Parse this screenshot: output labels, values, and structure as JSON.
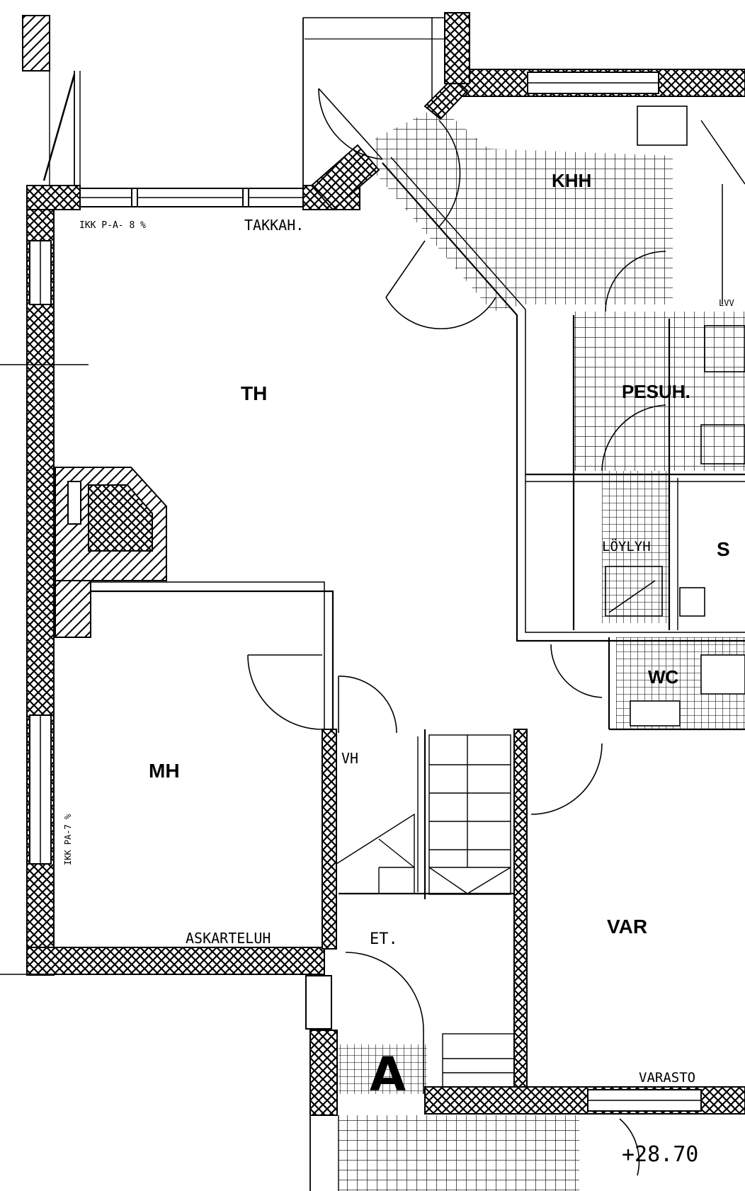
{
  "floor_plan": {
    "rooms": {
      "th": "TH",
      "khh": "KHH",
      "pesuh": "PESUH.",
      "s": "S",
      "loylyh": "LÖYLYH",
      "wc": "WC",
      "mh": "MH",
      "vh": "VH",
      "var": "VAR",
      "et": "ET."
    },
    "annotations": {
      "takkah": "TAKKAH.",
      "askarteluh": "ASKARTELUH",
      "varasto": "VARASTO",
      "ikk_top": "IKK P-A- 8 %",
      "ikk_side": "IKK PA-7 %",
      "lvv": "LVV",
      "entrance": "A",
      "elevation": "+28.70"
    },
    "colors": {
      "ink": "#000000",
      "paper": "#ffffff"
    }
  }
}
